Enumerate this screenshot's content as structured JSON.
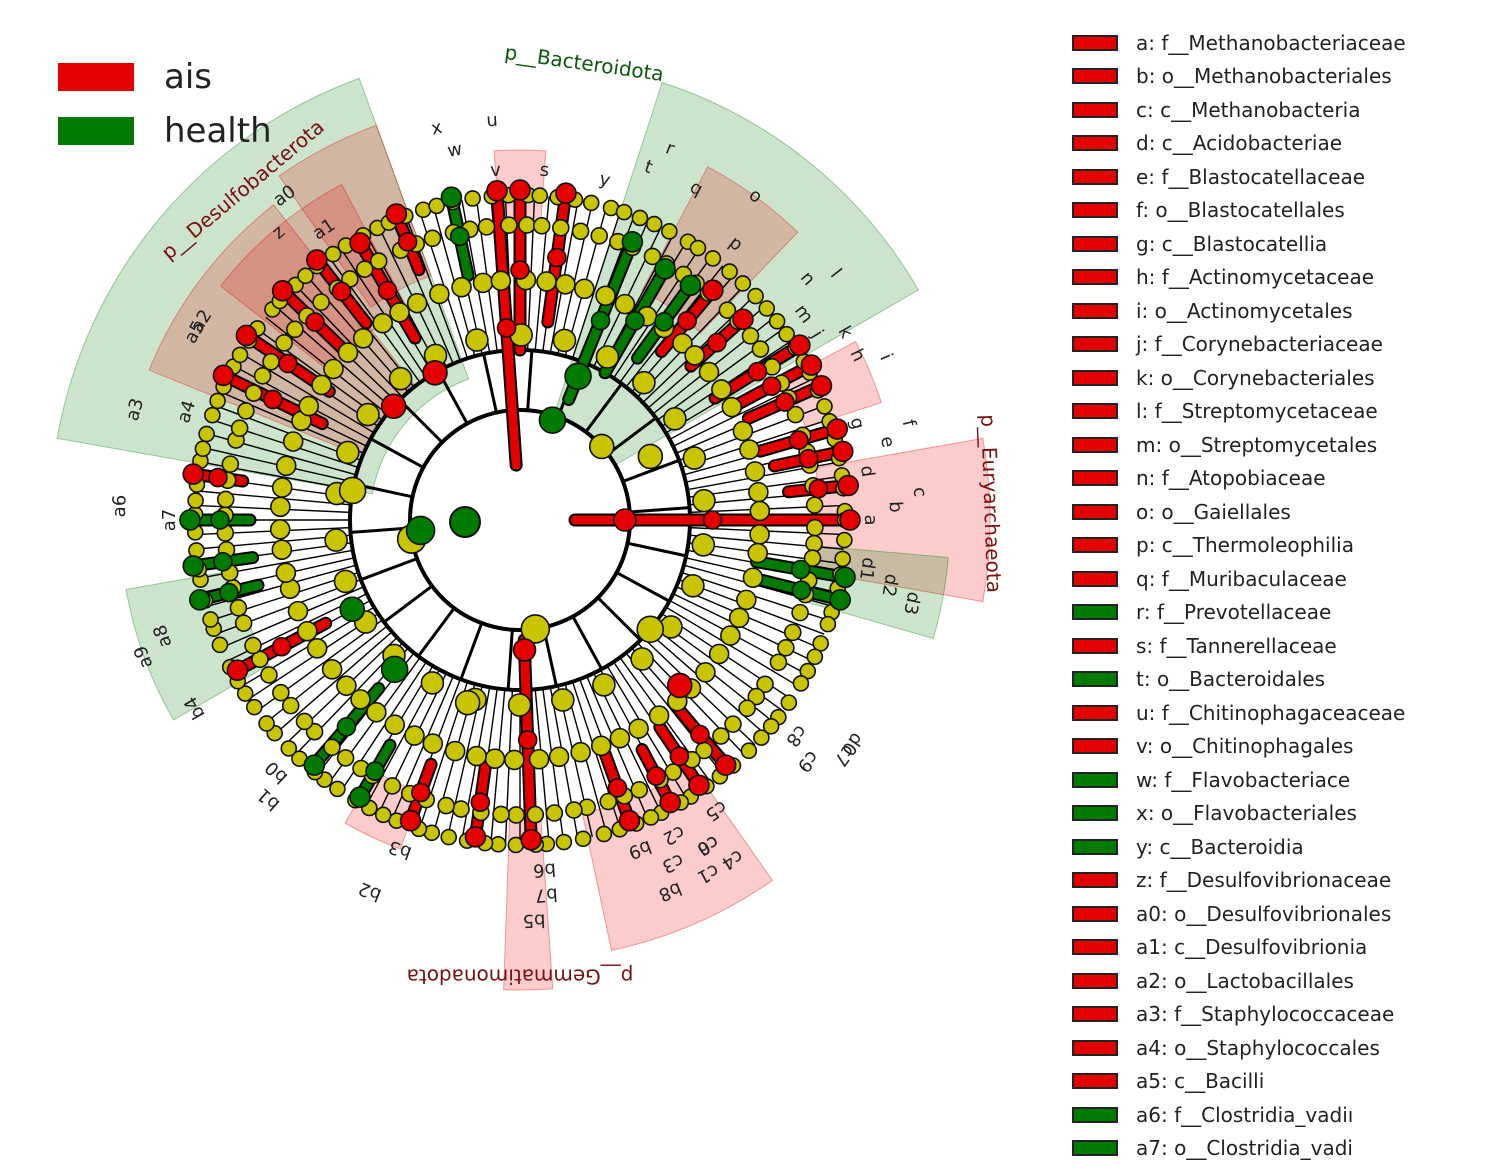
{
  "colors": {
    "ais": "#e50000",
    "health": "#007a00",
    "neutral": "#c8c400",
    "edge": "#000000"
  },
  "groups": [
    {
      "label": "ais",
      "color": "#e50000"
    },
    {
      "label": "health",
      "color": "#007a00"
    }
  ],
  "phyla": [
    {
      "label": "p__Bacteroidota",
      "group": "health"
    },
    {
      "label": "p__Desulfobacterota",
      "group": "ais"
    },
    {
      "label": "p__Euryarchaeota",
      "group": "ais"
    },
    {
      "label": "p__Gemmatimonadota",
      "group": "ais"
    }
  ],
  "clade_labels": [
    "a",
    "b",
    "c",
    "d",
    "e",
    "f",
    "g",
    "h",
    "i",
    "j",
    "k",
    "l",
    "m",
    "n",
    "o",
    "p",
    "q",
    "r",
    "s",
    "t",
    "u",
    "v",
    "w",
    "x",
    "y",
    "z",
    "a0",
    "a1",
    "a2",
    "a3",
    "a4",
    "a5",
    "a6",
    "a7",
    "a8",
    "a9",
    "b0",
    "b1",
    "b2",
    "b3",
    "b4",
    "b5",
    "b6",
    "b7",
    "b8",
    "b9",
    "c0",
    "c1",
    "c2",
    "c3",
    "c4",
    "c5",
    "c6",
    "c7",
    "c8",
    "c9",
    "d0",
    "d1",
    "d2",
    "d3"
  ],
  "legend": [
    {
      "label": "a: f__Methanobacteriaceae",
      "group": "ais"
    },
    {
      "label": "b: o__Methanobacteriales",
      "group": "ais"
    },
    {
      "label": "c: c__Methanobacteria",
      "group": "ais"
    },
    {
      "label": "d: c__Acidobacteriae",
      "group": "ais"
    },
    {
      "label": "e: f__Blastocatellaceae",
      "group": "ais"
    },
    {
      "label": "f: o__Blastocatellales",
      "group": "ais"
    },
    {
      "label": "g: c__Blastocatellia",
      "group": "ais"
    },
    {
      "label": "h: f__Actinomycetaceae",
      "group": "ais"
    },
    {
      "label": "i: o__Actinomycetales",
      "group": "ais"
    },
    {
      "label": "j: f__Corynebacteriaceae",
      "group": "ais"
    },
    {
      "label": "k: o__Corynebacteriales",
      "group": "ais"
    },
    {
      "label": "l: f__Streptomycetaceae",
      "group": "ais"
    },
    {
      "label": "m: o__Streptomycetales",
      "group": "ais"
    },
    {
      "label": "n: f__Atopobiaceae",
      "group": "ais"
    },
    {
      "label": "o: o__Gaiellales",
      "group": "ais"
    },
    {
      "label": "p: c__Thermoleophilia",
      "group": "ais"
    },
    {
      "label": "q: f__Muribaculaceae",
      "group": "ais"
    },
    {
      "label": "r: f__Prevotellaceae",
      "group": "health"
    },
    {
      "label": "s: f__Tannerellaceae",
      "group": "ais"
    },
    {
      "label": "t: o__Bacteroidales",
      "group": "health"
    },
    {
      "label": "u: f__Chitinophagaceaceae",
      "group": "ais"
    },
    {
      "label": "v: o__Chitinophagales",
      "group": "ais"
    },
    {
      "label": "w: f__Flavobacteriace",
      "group": "health"
    },
    {
      "label": "x: o__Flavobacteriales",
      "group": "health"
    },
    {
      "label": "y: c__Bacteroidia",
      "group": "health"
    },
    {
      "label": "z: f__Desulfovibrionaceae",
      "group": "ais"
    },
    {
      "label": "a0: o__Desulfovibrionales",
      "group": "ais"
    },
    {
      "label": "a1: c__Desulfovibrionia",
      "group": "ais"
    },
    {
      "label": "a2: o__Lactobacillales",
      "group": "ais"
    },
    {
      "label": "a3: f__Staphylococcaceae",
      "group": "ais"
    },
    {
      "label": "a4: o__Staphylococcales",
      "group": "ais"
    },
    {
      "label": "a5: c__Bacilli",
      "group": "ais"
    },
    {
      "label": "a6: f__Clostridia_vadiı",
      "group": "health"
    },
    {
      "label": "a7: o__Clostridia_vadi",
      "group": "health"
    }
  ]
}
